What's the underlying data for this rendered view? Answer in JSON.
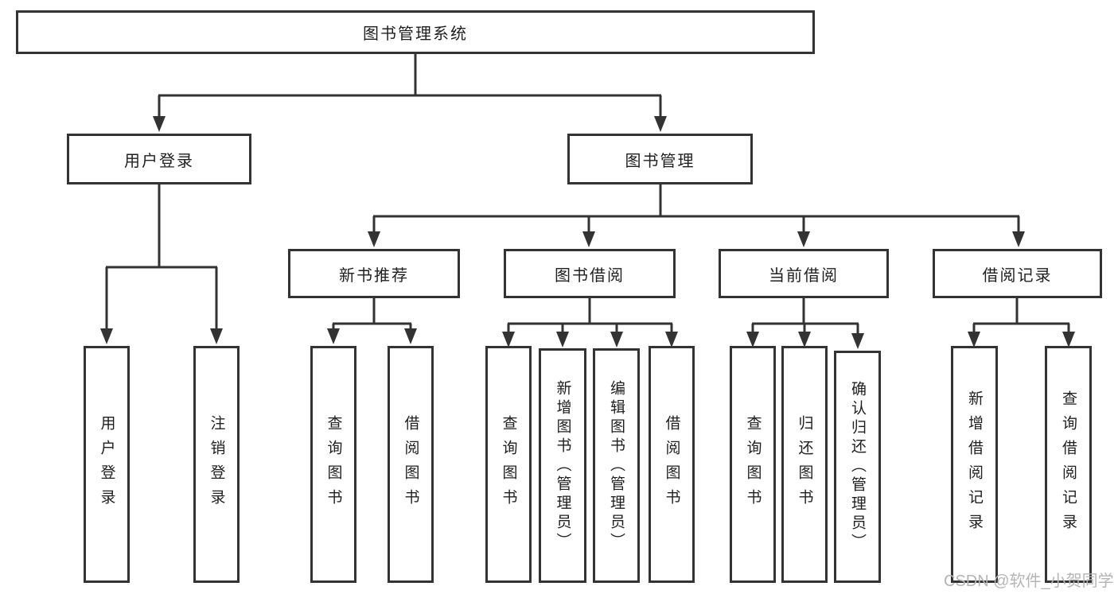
{
  "tree": {
    "root": {
      "label": "图书管理系统"
    },
    "level2": [
      {
        "label": "用户登录",
        "children": [
          {
            "label": "用户登录"
          },
          {
            "label": "注销登录"
          }
        ]
      },
      {
        "label": "图书管理",
        "sections": [
          {
            "label": "新书推荐",
            "children": [
              {
                "label": "查询图书"
              },
              {
                "label": "借阅图书"
              }
            ]
          },
          {
            "label": "图书借阅",
            "children": [
              {
                "label": "查询图书"
              },
              {
                "label": "新增图书（管理员）"
              },
              {
                "label": "编辑图书（管理员）"
              },
              {
                "label": "借阅图书"
              }
            ]
          },
          {
            "label": "当前借阅",
            "children": [
              {
                "label": "查询图书"
              },
              {
                "label": "归还图书"
              },
              {
                "label": "确认归还（管理员）"
              }
            ]
          },
          {
            "label": "借阅记录",
            "children": [
              {
                "label": "新增借阅记录"
              },
              {
                "label": "查询借阅记录"
              }
            ]
          }
        ]
      }
    ]
  },
  "watermark": {
    "text": "CSDN @软件_小贺同学"
  },
  "colors": {
    "line": "#333333",
    "box_border": "#333333",
    "text": "#1f1f1f",
    "watermark": "#b5b5b5",
    "background": "#ffffff"
  }
}
